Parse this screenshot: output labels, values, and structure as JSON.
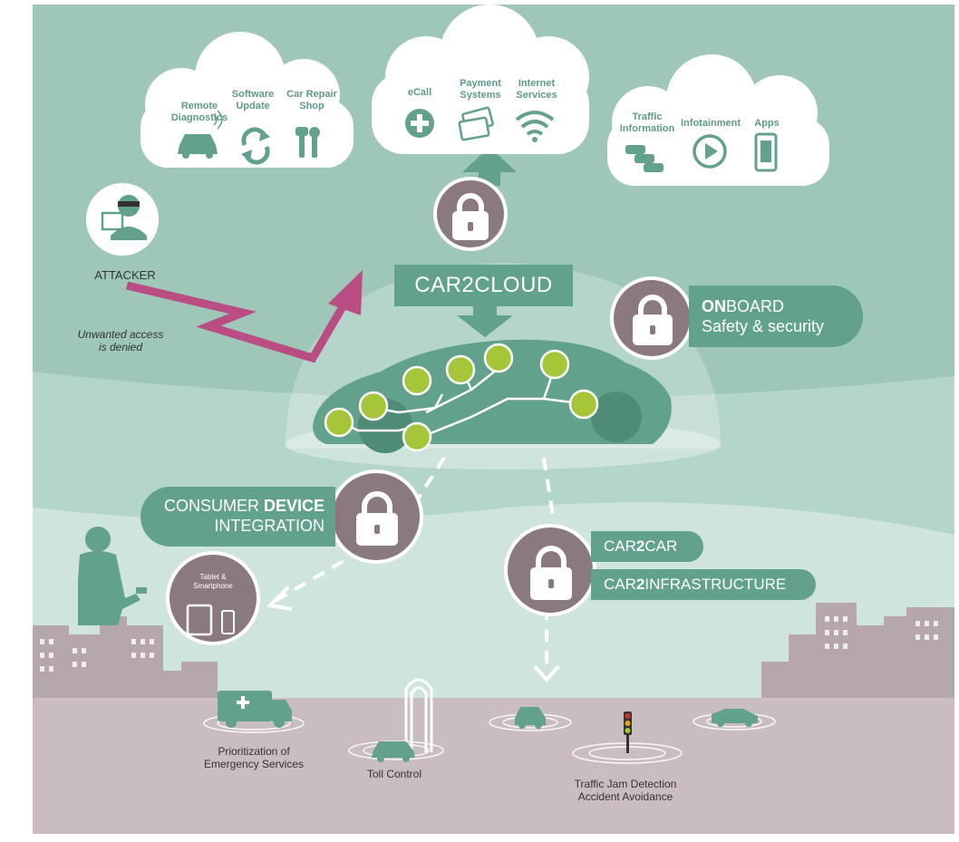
{
  "clouds": {
    "left": {
      "remote_diagnostics": "Remote\nDiagnostics",
      "software_update": "Software\nUpdate",
      "car_repair_shop": "Car Repair\nShop"
    },
    "center": {
      "ecall": "eCall",
      "payment_systems": "Payment\nSystems",
      "internet_services": "Internet\nServices"
    },
    "right": {
      "traffic_information": "Traffic\nInformation",
      "infotainment": "Infotainment",
      "apps": "Apps"
    }
  },
  "attacker": {
    "label": "ATTACKER",
    "note": "Unwanted access\nis denied"
  },
  "car2cloud": {
    "label": "CAR2CLOUD"
  },
  "onboard": {
    "strong": "ON",
    "rest": "BOARD",
    "line2": "Safety & security"
  },
  "consumer": {
    "line1_a": "CONSUMER ",
    "line1_b": "DEVICE",
    "line2": "INTEGRATION"
  },
  "car2car": {
    "a": "CAR",
    "b": "2",
    "c": "CAR"
  },
  "car2infra": {
    "a": "CAR",
    "b": "2",
    "c": "INFRASTRUCTURE"
  },
  "tablet": {
    "label": "Tablet &\nSmartphone"
  },
  "bottom": {
    "emergency": "Prioritization of\nEmergency Services",
    "toll": "Toll Control",
    "traffic_jam": "Traffic Jam Detection\nAccident Avoidance"
  },
  "colors": {
    "teal_bg": "#9ec7b8",
    "teal_dark": "#62a18c",
    "mauve": "#8a7a7e",
    "ground": "#c9bdbf",
    "lime": "#a6c63a",
    "attack_arrow": "#b94d84"
  },
  "icons": [
    "car-icon",
    "refresh-icon",
    "tools-icon",
    "plus-icon",
    "card-icon",
    "wifi-icon",
    "cars-icon",
    "play-icon",
    "phone-icon",
    "lock-icon",
    "hacker-icon",
    "tablet-icon",
    "smartphone-icon",
    "ambulance-icon",
    "toll-gate-icon",
    "traffic-light-icon"
  ]
}
